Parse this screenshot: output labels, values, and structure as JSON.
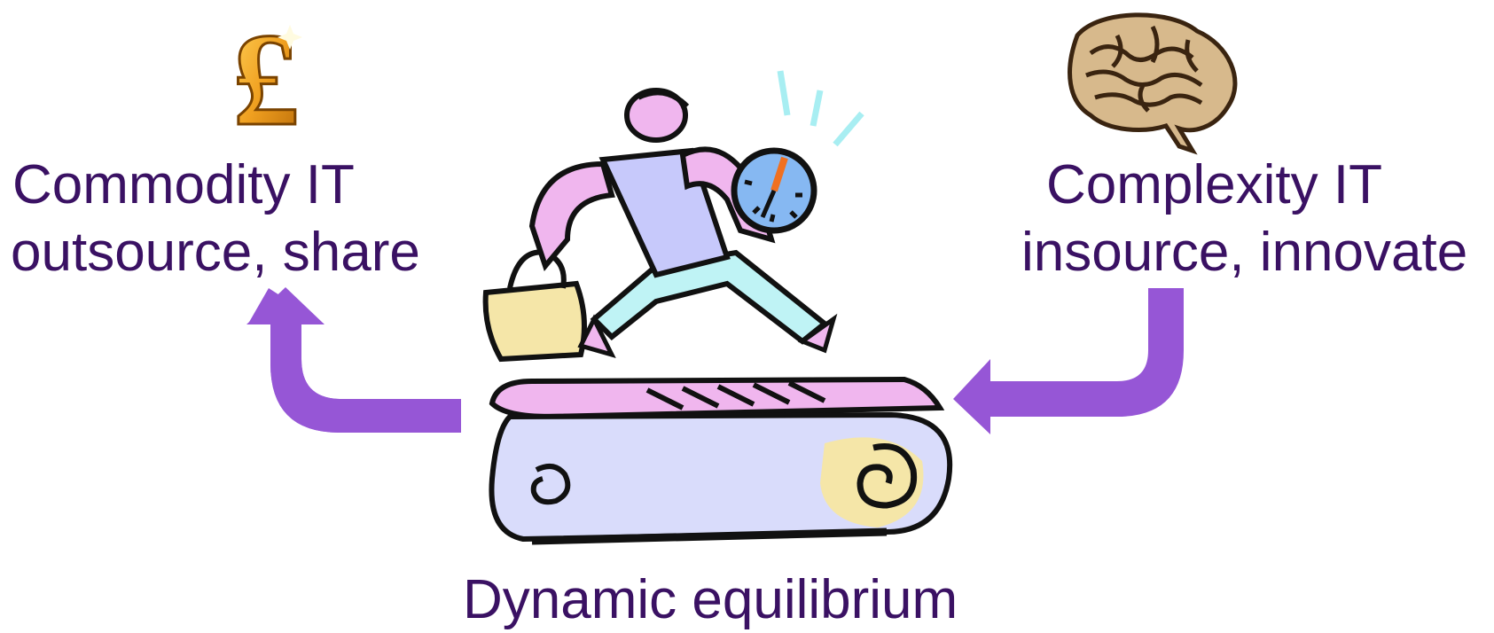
{
  "left": {
    "line1": "Commodity IT",
    "line2": "outsource, share",
    "icon": "pound-sterling-icon"
  },
  "right": {
    "line1": "Complexity IT",
    "line2": "insource, innovate",
    "icon": "brain-icon"
  },
  "bottom": {
    "label": "Dynamic equilibrium"
  },
  "center": {
    "icon": "treadmill-runner-icon"
  },
  "colors": {
    "text": "#3a1163",
    "arrow": "#9656d6"
  }
}
